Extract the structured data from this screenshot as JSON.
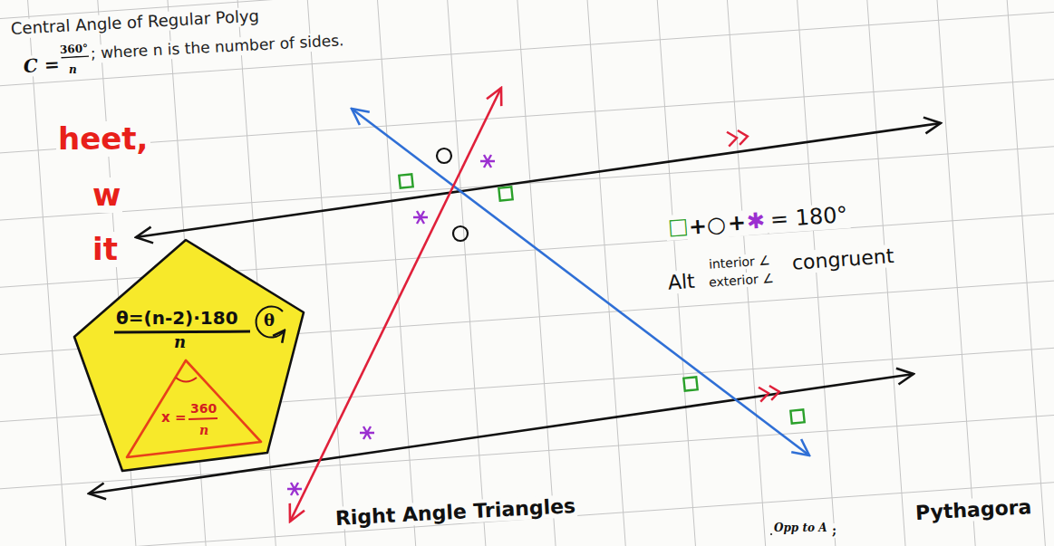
{
  "diagram": {
    "nodes": [
      {
        "text": [
          "θ=(n-2)·180",
          "n",
          "θ"
        ]
      },
      {
        "text": [
          "x =",
          "360",
          "n"
        ],
        "in": 0
      }
    ],
    "labels": [
      "Central Angle of Regular Polyg",
      "C =",
      "360°",
      "n",
      "; where n is the number of sides.",
      "heet,",
      "w",
      "it",
      "□",
      "+",
      "○",
      "+",
      "✱",
      "= 180°",
      "Alt",
      "interior ∠",
      "exterior ∠",
      "congruent",
      "Right Angle Triangles",
      "Opp to A",
      ";",
      "Pythagora"
    ]
  }
}
